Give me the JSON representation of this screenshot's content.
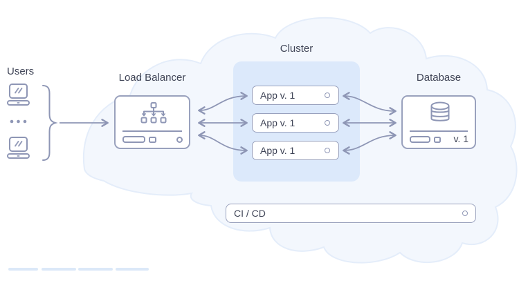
{
  "users": {
    "label": "Users"
  },
  "load_balancer": {
    "label": "Load Balancer"
  },
  "cluster": {
    "label": "Cluster",
    "apps": [
      {
        "label": "App v. 1"
      },
      {
        "label": "App v. 1"
      },
      {
        "label": "App v. 1"
      }
    ]
  },
  "database": {
    "label": "Database",
    "version": "v. 1"
  },
  "cicd": {
    "label": "CI / CD"
  },
  "icons": {
    "users_device": "laptop-icon",
    "users_more": "ellipsis-icon",
    "load_balancer": "distribution-tree-icon",
    "database": "database-cylinder-icon",
    "status": "status-dot-icon"
  },
  "colors": {
    "cloud_fill": "#f3f7fd",
    "cloud_stroke": "#e4edfa",
    "cluster_panel": "#dce9fb",
    "node_border": "#99a1bd",
    "icon_stroke": "#8e96b5",
    "text": "#3f4456",
    "skeleton_bar": "#dbe8f8"
  }
}
